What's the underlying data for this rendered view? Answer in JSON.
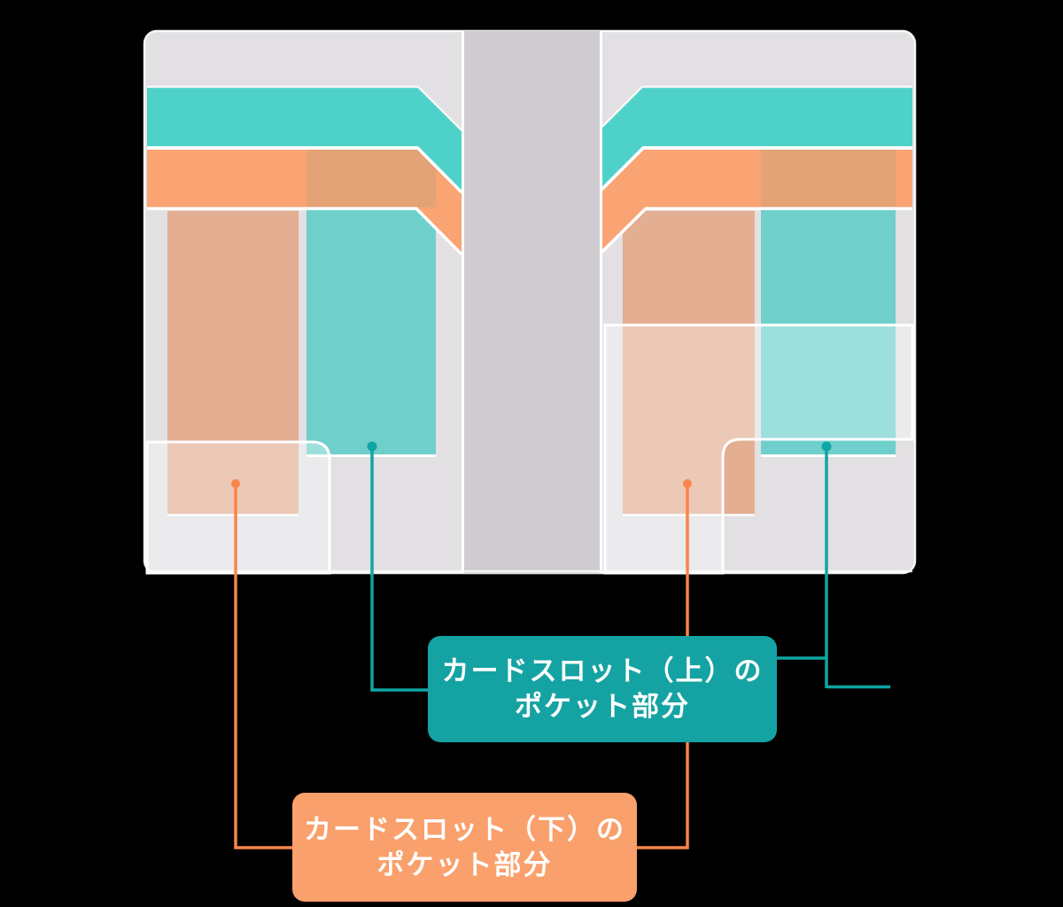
{
  "diagram": {
    "labels": {
      "top_slot": {
        "line1": "カードスロット（上）の",
        "line2": "ポケット部分",
        "color": "#14A3A2"
      },
      "bottom_slot": {
        "line1": "カードスロット（下）の",
        "line2": "ポケット部分",
        "color": "#F9A06C"
      }
    },
    "colors": {
      "background": "#000000",
      "panel": "#E2E0E3",
      "panel_edge": "rgba(255,255,255,0.9)",
      "spine": "#CFCCD1",
      "teal_band": "#4ED1C8",
      "orange_band": "#F9A472",
      "orange_band_overlap": "#E3A376",
      "teal_pocket": "#6ECFCB",
      "orange_pocket": "#E3AE92",
      "flap_overlay": "rgba(255,255,255,0.33)",
      "seam": "#FFFFFF",
      "seam_soft": "rgba(255,255,255,0.8)",
      "teal_connector": "#0FA5A3",
      "orange_connector": "#F9854B",
      "teal_dot": "#0FA5A4",
      "orange_dot": "#F9854A",
      "label_text": "#FFFFFF"
    }
  }
}
